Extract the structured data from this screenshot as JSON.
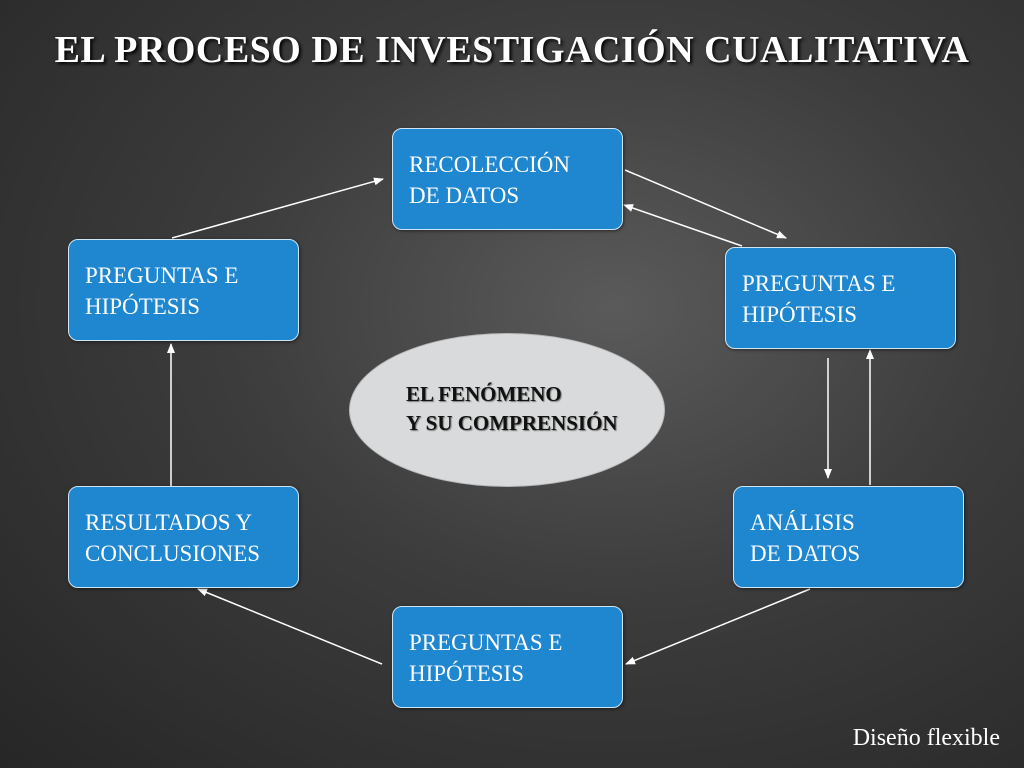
{
  "title": "EL PROCESO DE INVESTIGACIÓN CUALITATIVA",
  "nodes": {
    "recoleccion": {
      "line1": "RECOLECCIÓN",
      "line2": "DE DATOS"
    },
    "preguntas_right": {
      "line1": "PREGUNTAS E",
      "line2": "HIPÓTESIS"
    },
    "analisis": {
      "line1": "ANÁLISIS",
      "line2": "DE DATOS"
    },
    "preguntas_bottom": {
      "line1": "PREGUNTAS E",
      "line2": "HIPÓTESIS"
    },
    "resultados": {
      "line1": "RESULTADOS Y",
      "line2": "CONCLUSIONES"
    },
    "preguntas_left": {
      "line1": "PREGUNTAS E",
      "line2": "HIPÓTESIS"
    }
  },
  "center": {
    "line1": "EL FENÓMENO",
    "line2": "Y SU COMPRENSIÓN"
  },
  "footer": "Diseño flexible",
  "colors": {
    "box_fill": "#1f86d0",
    "box_border": "#cfe6f7",
    "ellipse_fill": "#d9dadb",
    "arrow": "#ffffff"
  }
}
